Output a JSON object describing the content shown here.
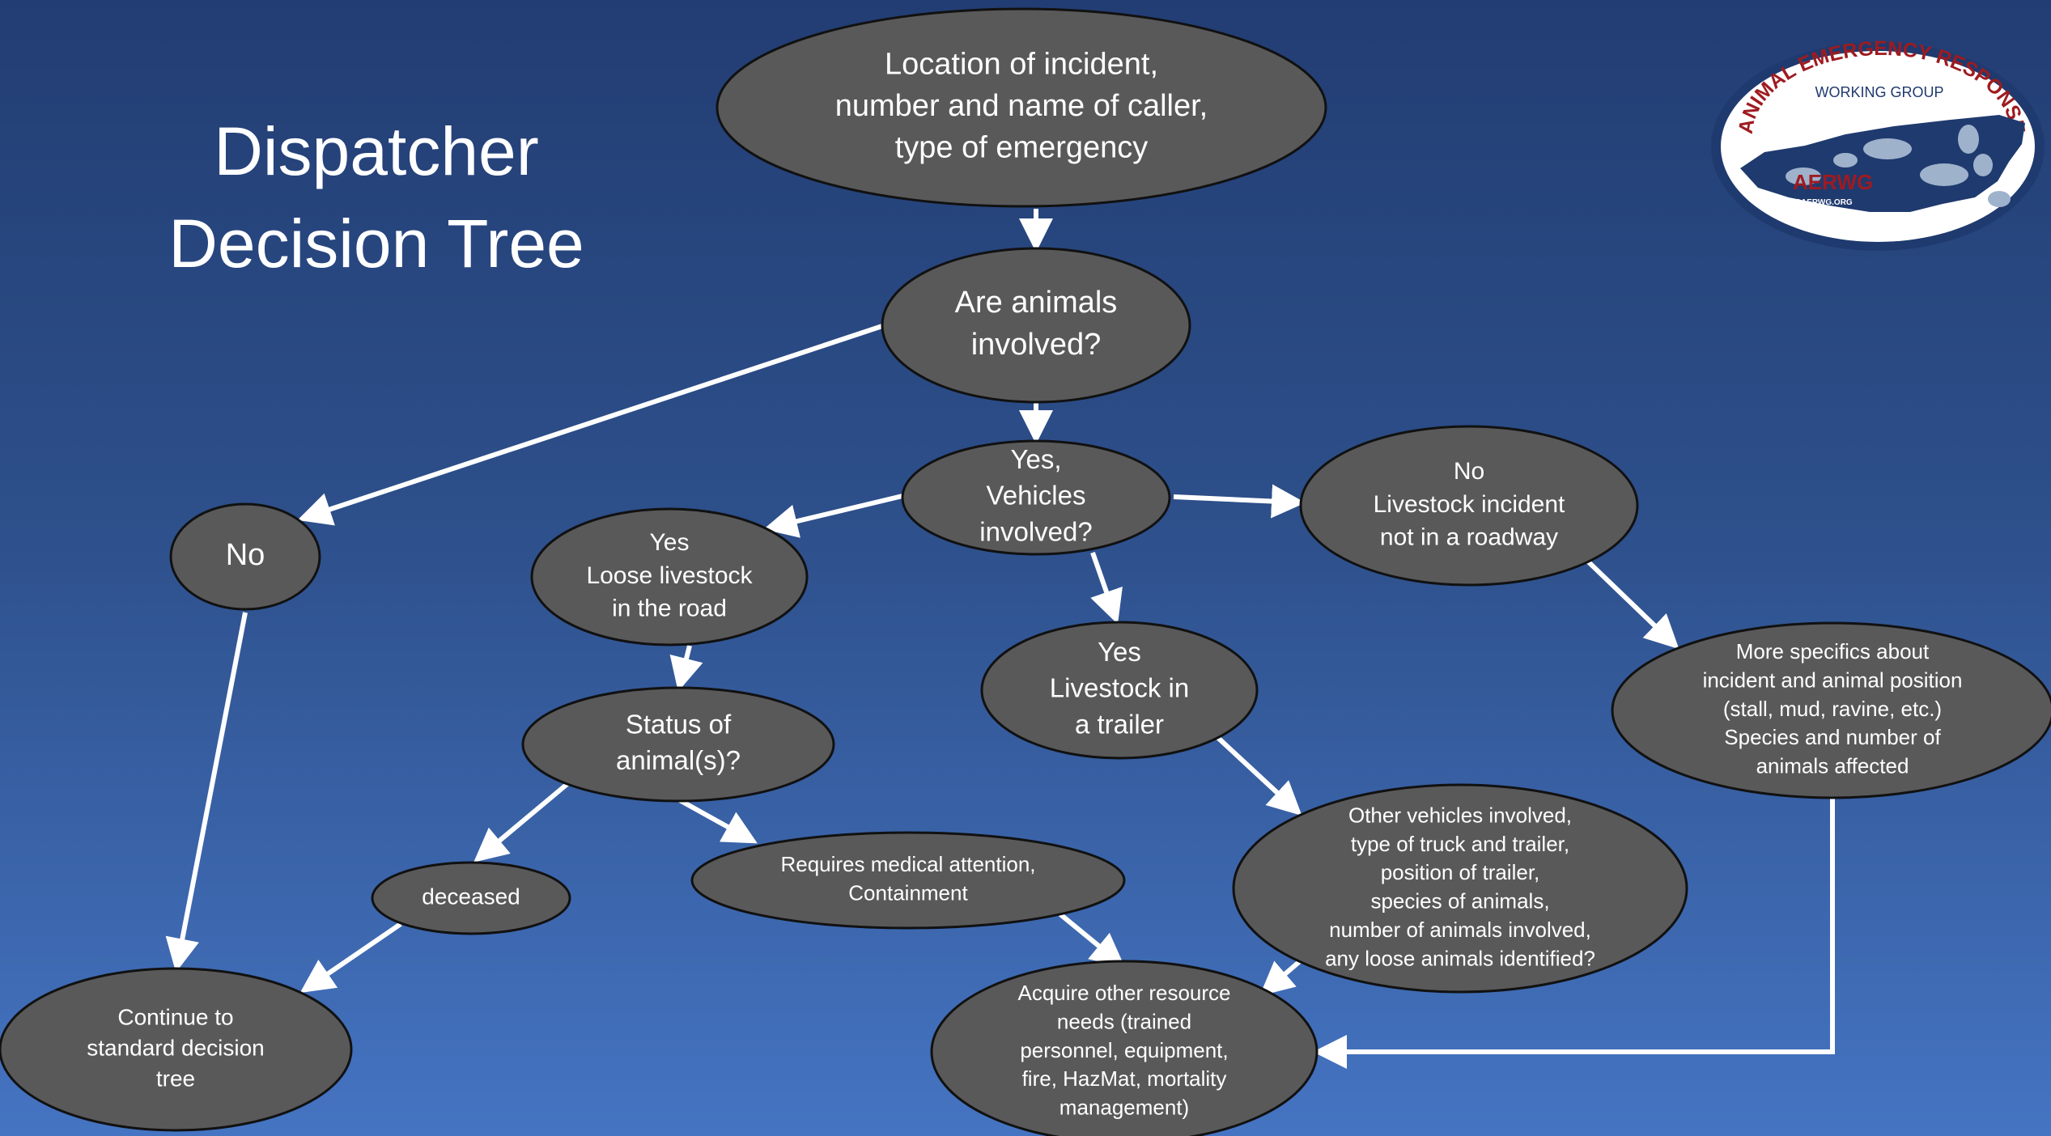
{
  "title": {
    "line1": "Dispatcher",
    "line2": "Decision Tree"
  },
  "colors": {
    "node_fill": "#595959",
    "node_stroke": "#111111",
    "arrow": "#ffffff",
    "logo_red": "#9e1b20",
    "logo_navy": "#1f3a6e"
  },
  "logo": {
    "arc_text": "ANIMAL EMERGENCY RESPONSE",
    "subtitle": "WORKING GROUP",
    "acronym": "AERWG",
    "url": "WWW.NCAERWG.ORG"
  },
  "nodes": [
    {
      "id": "location",
      "lines": [
        "Location of incident,",
        "number and name of caller,",
        "type of emergency"
      ]
    },
    {
      "id": "animals",
      "lines": [
        "Are animals",
        "involved?"
      ]
    },
    {
      "id": "no_main",
      "lines": [
        "No"
      ]
    },
    {
      "id": "vehicles",
      "lines": [
        "Yes,",
        "Vehicles",
        "involved?"
      ]
    },
    {
      "id": "loose",
      "lines": [
        "Yes",
        "Loose livestock",
        "in the road"
      ]
    },
    {
      "id": "no_road",
      "lines": [
        "No",
        "Livestock incident",
        "not in a roadway"
      ]
    },
    {
      "id": "status",
      "lines": [
        "Status of",
        "animal(s)?"
      ]
    },
    {
      "id": "trailer",
      "lines": [
        "Yes",
        "Livestock in",
        "a trailer"
      ]
    },
    {
      "id": "specifics",
      "lines": [
        "More specifics about",
        "incident and animal position",
        "(stall, mud, ravine, etc.)",
        "Species and number of",
        "animals affected"
      ]
    },
    {
      "id": "deceased",
      "lines": [
        "deceased"
      ]
    },
    {
      "id": "medical",
      "lines": [
        "Requires  medical attention,",
        "Containment"
      ]
    },
    {
      "id": "other_vehicles",
      "lines": [
        "Other vehicles involved,",
        "type of truck and trailer,",
        "position of trailer,",
        "species of animals,",
        "number of animals involved,",
        "any loose animals identified?"
      ]
    },
    {
      "id": "continue",
      "lines": [
        "Continue to",
        "standard decision",
        "tree"
      ]
    },
    {
      "id": "acquire",
      "lines": [
        "Acquire other resource",
        "needs (trained",
        "personnel, equipment,",
        "fire, HazMat, mortality",
        "management)"
      ]
    }
  ],
  "edges": [
    {
      "from": "location",
      "to": "animals"
    },
    {
      "from": "animals",
      "to": "no_main"
    },
    {
      "from": "animals",
      "to": "vehicles"
    },
    {
      "from": "vehicles",
      "to": "loose"
    },
    {
      "from": "vehicles",
      "to": "no_road"
    },
    {
      "from": "vehicles",
      "to": "trailer"
    },
    {
      "from": "loose",
      "to": "status"
    },
    {
      "from": "no_road",
      "to": "specifics"
    },
    {
      "from": "status",
      "to": "deceased"
    },
    {
      "from": "status",
      "to": "medical"
    },
    {
      "from": "trailer",
      "to": "other_vehicles"
    },
    {
      "from": "no_main",
      "to": "continue"
    },
    {
      "from": "deceased",
      "to": "continue"
    },
    {
      "from": "medical",
      "to": "acquire"
    },
    {
      "from": "other_vehicles",
      "to": "acquire"
    },
    {
      "from": "specifics",
      "to": "acquire"
    }
  ]
}
